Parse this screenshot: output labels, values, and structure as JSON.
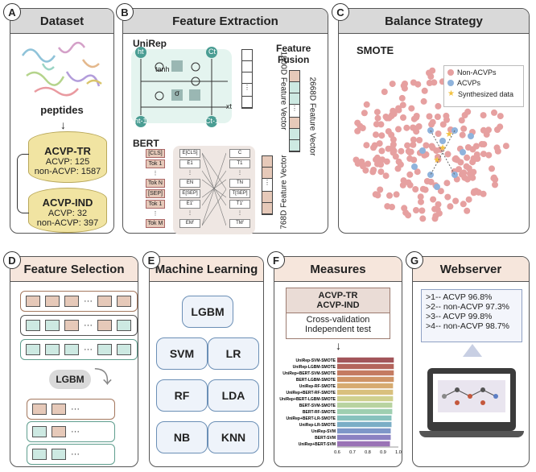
{
  "panels": {
    "a": {
      "letter": "A",
      "title": "Dataset",
      "peptides_label": "peptides",
      "train": {
        "name": "ACVP-TR",
        "acvp": "ACVP: 125",
        "non_acvp": "non-ACVP: 1587"
      },
      "ind": {
        "name": "ACVP-IND",
        "acvp": "ACVP: 32",
        "non_acvp": "non-ACVP: 397"
      }
    },
    "b": {
      "letter": "B",
      "title": "Feature Extraction",
      "unirep": "UniRep",
      "bert": "BERT",
      "fusion": "Feature\nFusion",
      "vec1900": "1900D Feature Vector",
      "vec2668": "2668D Feature Vector",
      "vec768": "768D Feature Vector",
      "tokens": [
        "[CLS]",
        "Tok 1",
        "⋮",
        "Tok N",
        "[SEP]",
        "Tok 1",
        "⋮",
        "Tok M"
      ],
      "embeds": [
        "E[CLS]",
        "E1",
        "⋮",
        "EN",
        "E[SEP]",
        "E1'",
        "⋮",
        "EM'"
      ],
      "outs": [
        "C",
        "T1",
        "⋮",
        "TN",
        "T[SEP]",
        "T1'",
        "⋮",
        "TM'"
      ],
      "lstm": {
        "h_t": "ht",
        "h_prev": "ht-1",
        "c_t": "Ct",
        "c_prev": "Ct-1",
        "x_t": "xt",
        "tanh": "tanh",
        "sigma": "σ"
      }
    },
    "c": {
      "letter": "C",
      "title": "Balance Strategy",
      "method": "SMOTE",
      "legend": [
        "Non-ACVPs",
        "ACVPs",
        "Synthesized data"
      ]
    },
    "d": {
      "letter": "D",
      "title": "Feature Selection",
      "lgbm": "LGBM"
    },
    "e": {
      "letter": "E",
      "title": "Machine Learning",
      "models": [
        "LGBM",
        "SVM",
        "LR",
        "RF",
        "LDA",
        "NB",
        "KNN"
      ]
    },
    "f": {
      "letter": "F",
      "title": "Measures",
      "datasets": "ACVP-TR\nACVP-IND",
      "methods": "Cross-validation\nIndependent test"
    },
    "g": {
      "letter": "G",
      "title": "Webserver",
      "results": [
        ">1-- ACVP 96.8%",
        ">2-- non-ACVP 97.3%",
        ">3-- ACVP 99.8%",
        ">4-- non-ACVP 98.7%"
      ]
    }
  },
  "chart_data": {
    "type": "bar",
    "orientation": "horizontal",
    "categories": [
      "UniRep-SVM-SMOTE",
      "UniRep-LGBM-SMOTE",
      "UniRep+BERT-SVM-SMOTE",
      "BERT-LGBM-SMOTE",
      "UniRep-RF-SMOTE",
      "UniRep+BERT-RF-SMOTE",
      "UniRep+BERT-LGBM-SMOTE",
      "BERT-SVM-SMOTE",
      "BERT-RF-SMOTE",
      "UniRep+BERT-LR-SMOTE",
      "UniRep-LR-SMOTE",
      "UniRep-SVM",
      "BERT-SVM",
      "UniRep+BERT-SVM"
    ],
    "values": [
      0.97,
      0.97,
      0.97,
      0.97,
      0.965,
      0.965,
      0.965,
      0.96,
      0.96,
      0.955,
      0.955,
      0.95,
      0.95,
      0.945
    ],
    "colors": [
      "#a2555a",
      "#b4645b",
      "#c47b61",
      "#cf9466",
      "#d7ab70",
      "#d9c07d",
      "#cfd08e",
      "#b8d3a0",
      "#9ecfb0",
      "#87c2bd",
      "#7baec6",
      "#7e97c8",
      "#8b82c2",
      "#9a73b6"
    ],
    "xticks": [
      "0.6",
      "0.7",
      "0.8",
      "0.9",
      "1.0"
    ],
    "xlim": [
      0.6,
      1.0
    ]
  }
}
